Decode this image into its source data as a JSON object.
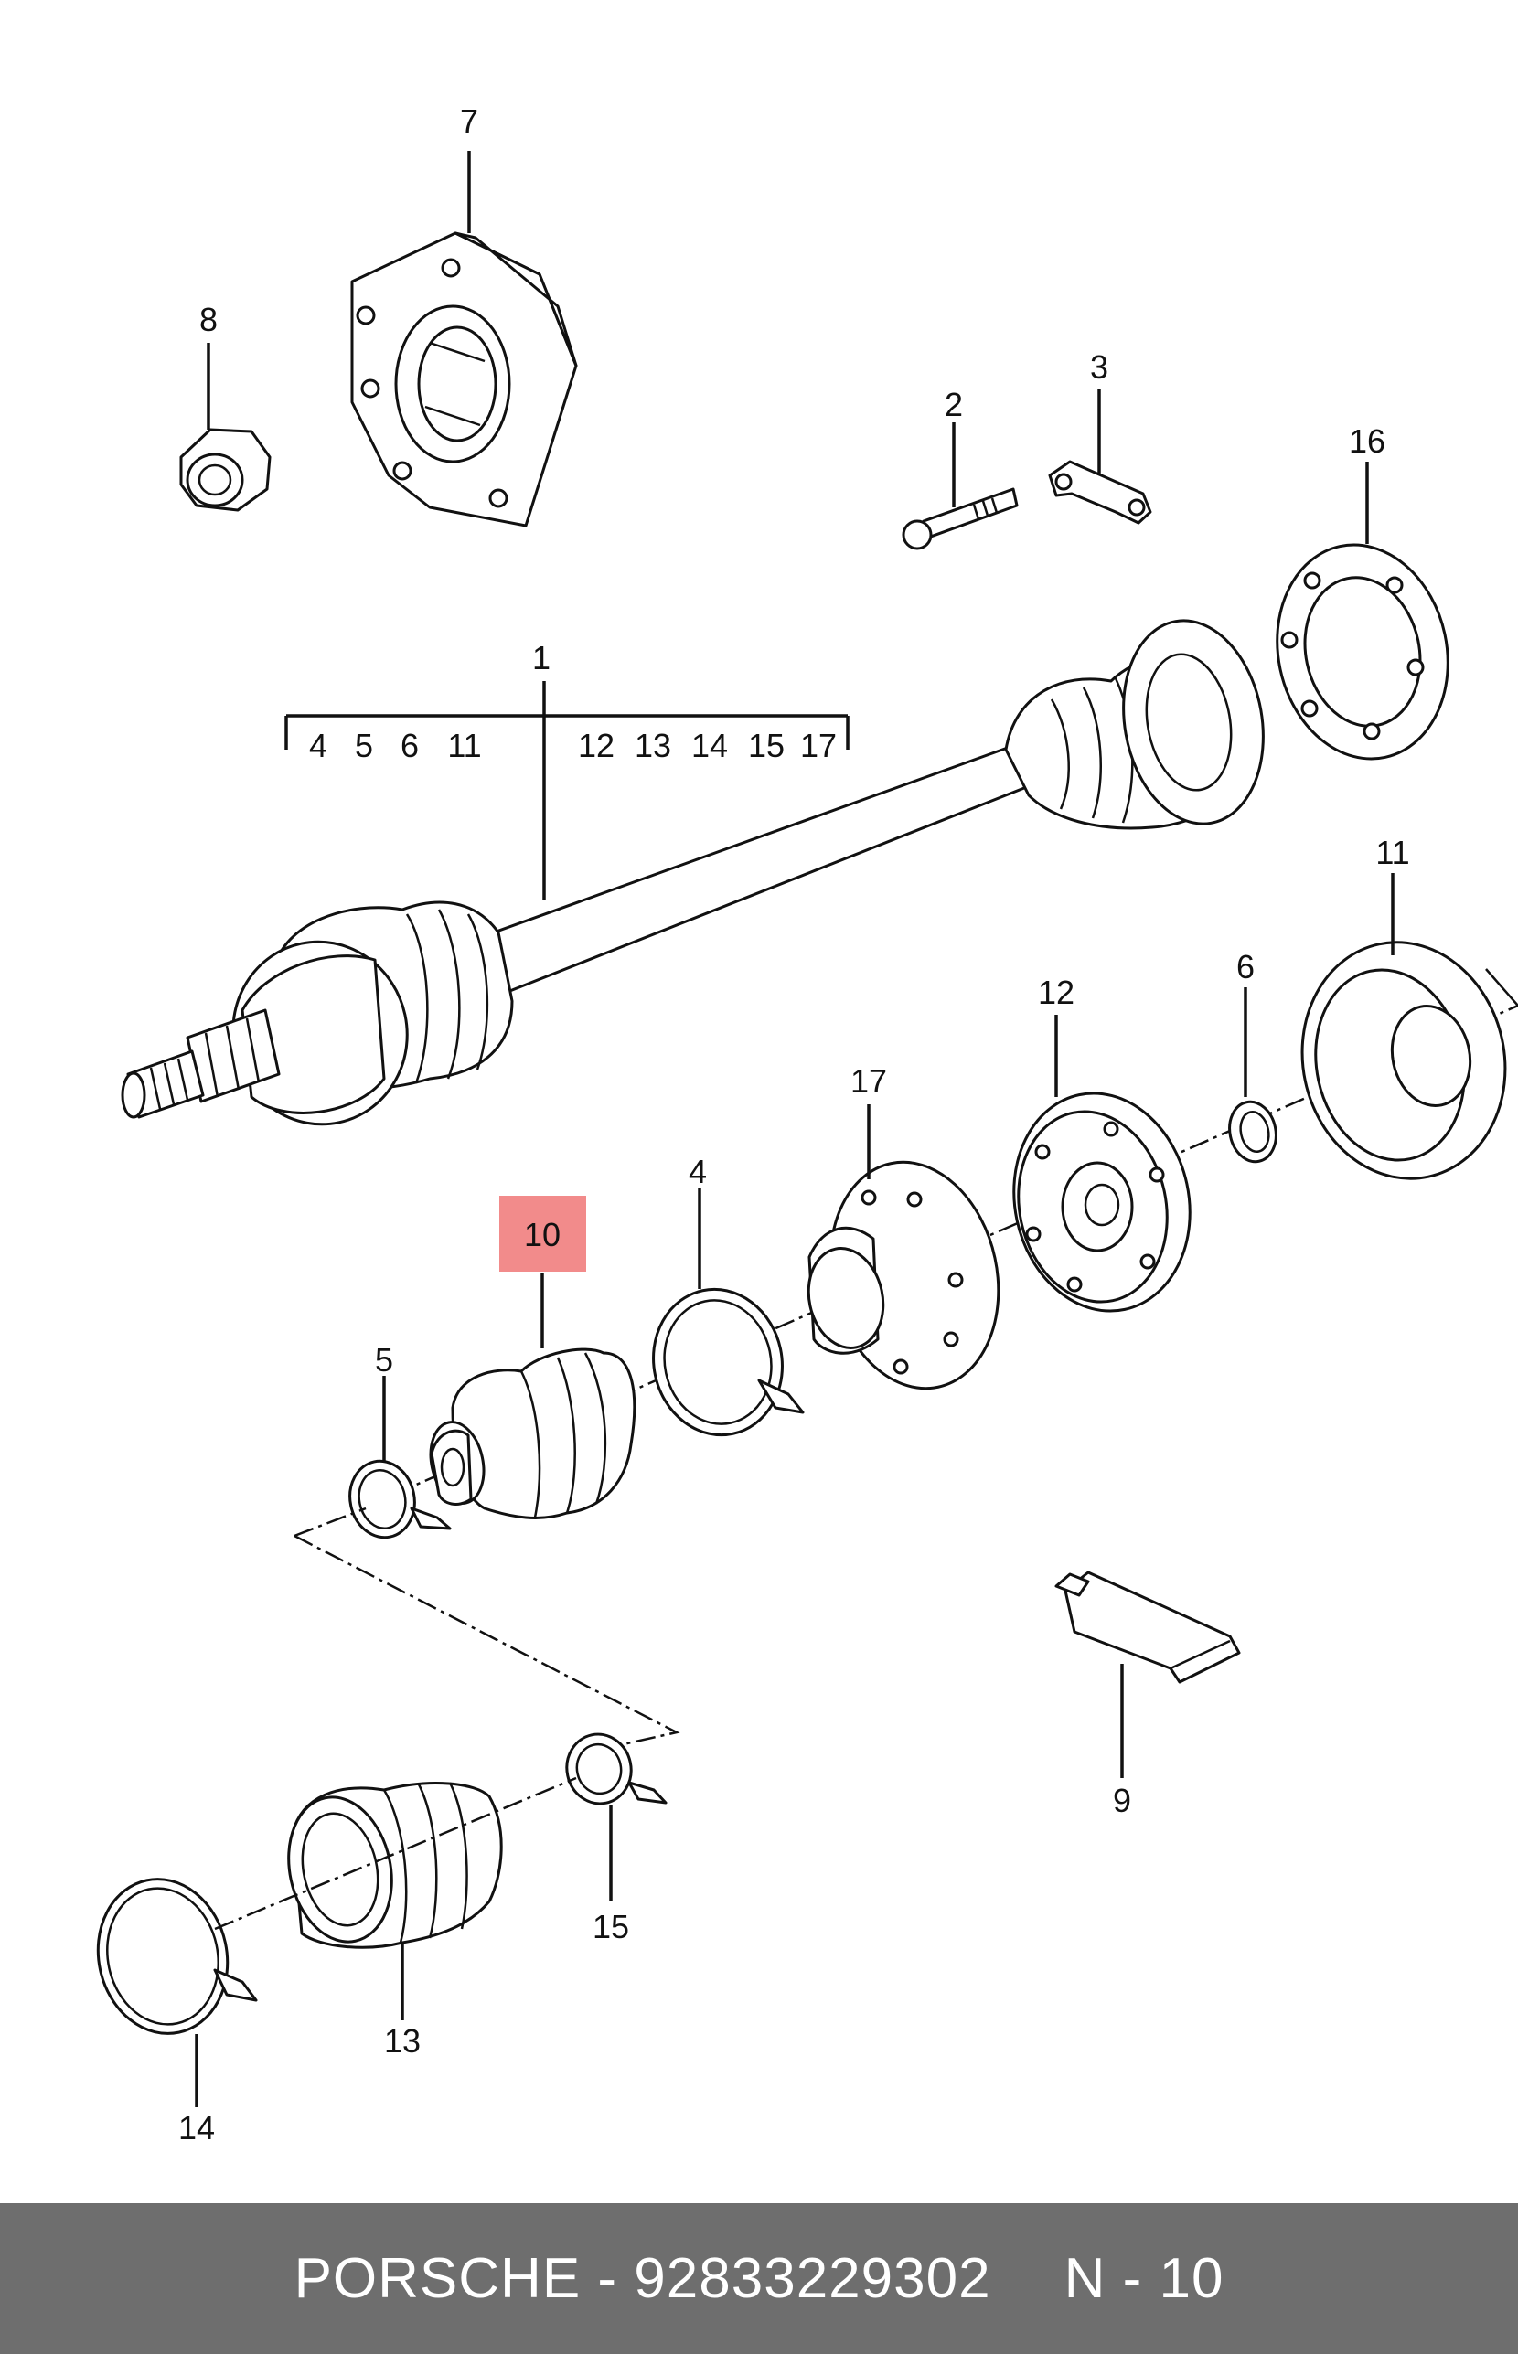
{
  "diagram": {
    "labels": {
      "p1": "1",
      "p2": "2",
      "p3": "3",
      "p4": "4",
      "p5": "5",
      "p6": "6",
      "p7": "7",
      "p8": "8",
      "p9": "9",
      "p10": "10",
      "p11": "11",
      "p12": "12",
      "p13": "13",
      "p14": "14",
      "p15": "15",
      "p16": "16",
      "p17": "17"
    },
    "bracket_items": [
      "4",
      "5",
      "6",
      "11",
      "12",
      "13",
      "14",
      "15",
      "17"
    ],
    "highlighted_part": "10",
    "highlight_color": "#f28b8b"
  },
  "footer": {
    "brand": "PORSCHE",
    "separator": "-",
    "part_number": "92833229302",
    "reference": "N - 10"
  }
}
